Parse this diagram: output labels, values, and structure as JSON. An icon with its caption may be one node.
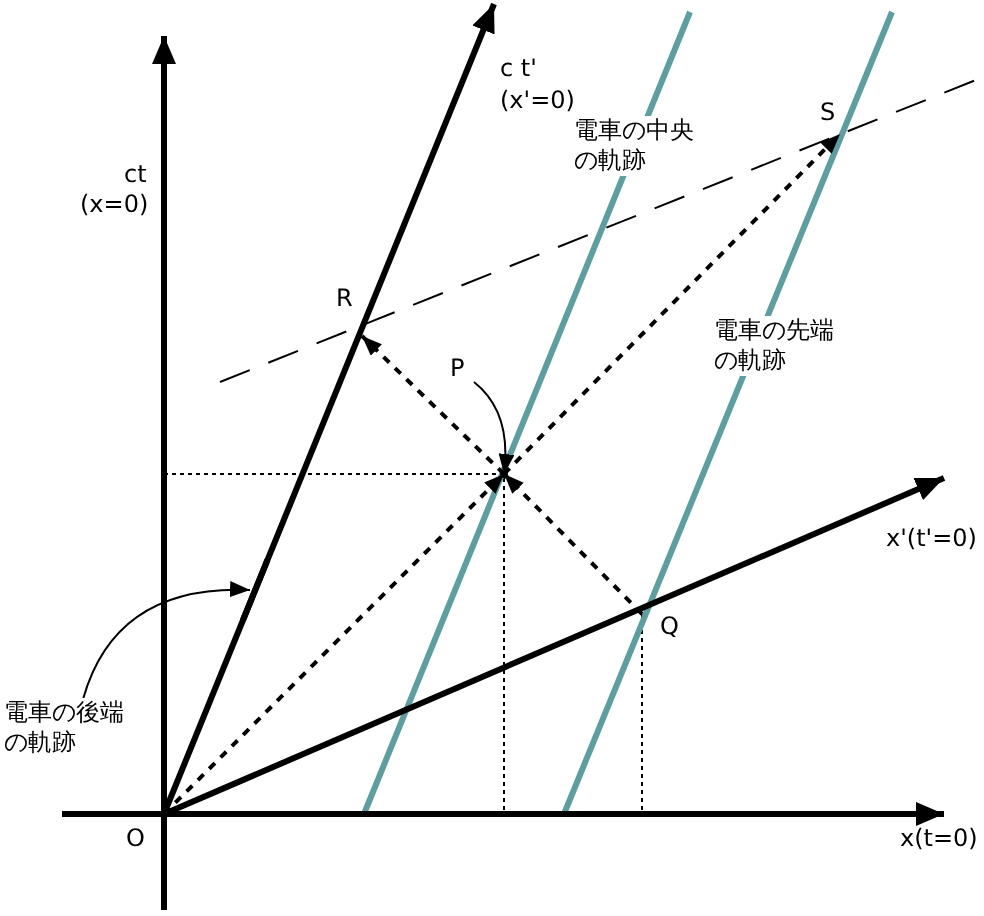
{
  "diagram": {
    "nodes": [
      {
        "text": [
          "電車の中央の軌跡"
        ]
      },
      {
        "text": [
          "S"
        ]
      },
      {
        "text": [
          "R"
        ]
      },
      {
        "text": [
          "電車の先端の軌跡"
        ]
      },
      {
        "text": [
          "P"
        ]
      },
      {
        "text": [
          "Q"
        ]
      },
      {
        "text": [
          "電車の後端の軌跡"
        ]
      },
      {
        "text": [
          "O"
        ]
      },
      {
        "text": [],
        "shape": "point"
      },
      {
        "text": [],
        "shape": "line"
      }
    ],
    "edges": [
      {
        "from": 7,
        "to": 8,
        "arrow": "to",
        "style": "dashed"
      },
      {
        "from": 8,
        "to": 1,
        "arrow": "to",
        "style": "dashed"
      },
      {
        "from": 5,
        "to": 8,
        "arrow": "to",
        "style": "dashed"
      },
      {
        "from": 8,
        "to": 2,
        "arrow": "to",
        "style": "dashed"
      },
      {
        "from": 4,
        "to": 8,
        "arrow": "to"
      },
      {
        "from": 6,
        "to": 9,
        "arrow": "to"
      }
    ],
    "labels": [
      "ct",
      "(x=0)",
      "c t'",
      "(x'=0)",
      "x'(t'=0)",
      "x(t=0)"
    ]
  }
}
